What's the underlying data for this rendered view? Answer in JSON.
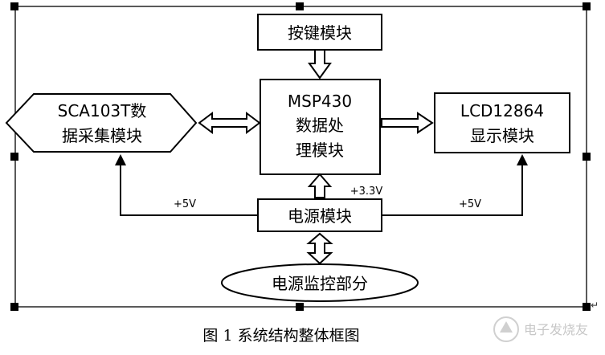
{
  "diagram": {
    "blocks": {
      "keys": "按键模块",
      "mcu_line1": "MSP430",
      "mcu_line2": "数据处",
      "mcu_line3": "理模块",
      "sensor_line1": "SCA103T数",
      "sensor_line2": "据采集模块",
      "lcd_line1": "LCD12864",
      "lcd_line2": "显示模块",
      "power": "电源模块",
      "monitor": "电源监控部分"
    },
    "voltage_labels": {
      "left": "+5V",
      "center": "+3.3V",
      "right": "+5V"
    }
  },
  "caption": "图 1  系统结构整体框图",
  "watermark": "电子发烧友",
  "paragraph_mark": "↵"
}
